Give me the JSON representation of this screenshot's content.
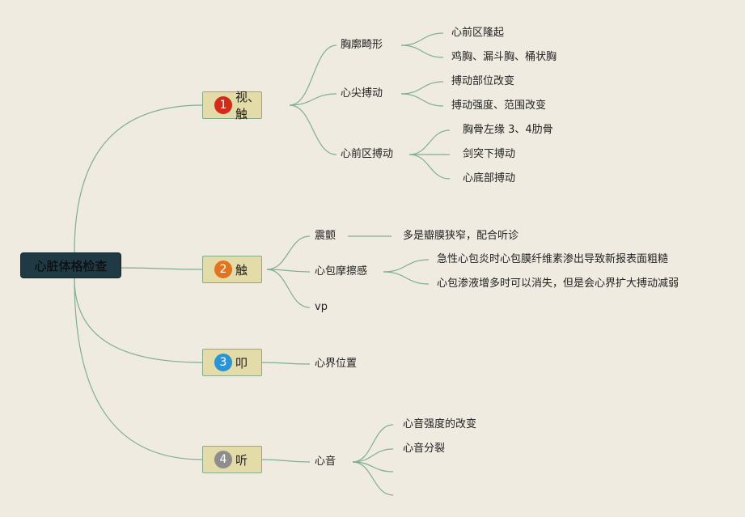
{
  "root": {
    "label": "心脏体格检查"
  },
  "branches": [
    {
      "num": "1",
      "label": "视、触",
      "color": "#d42a1a",
      "children": [
        {
          "label": "胸廓畸形",
          "children": [
            "心前区隆起",
            "鸡胸、漏斗胸、桶状胸"
          ]
        },
        {
          "label": "心尖搏动",
          "children": [
            "搏动部位改变",
            "搏动强度、范围改变"
          ]
        },
        {
          "label": "心前区搏动",
          "children": [
            "胸骨左缘 3、4肋骨",
            "剑突下搏动",
            "心底部搏动"
          ]
        }
      ]
    },
    {
      "num": "2",
      "label": "触",
      "color": "#e2731f",
      "children": [
        {
          "label": "震颤",
          "children": [
            "多是瓣膜狭窄，配合听诊"
          ]
        },
        {
          "label": "心包摩擦感",
          "children": [
            "急性心包炎时心包膜纤维素渗出导致新报表面粗糙",
            "心包渗液增多时可以消失，但是会心界扩大搏动减弱"
          ]
        },
        {
          "label": "vp",
          "children": []
        }
      ]
    },
    {
      "num": "3",
      "label": "叩",
      "color": "#2a95d6",
      "children": [
        {
          "label": "心界位置",
          "children": []
        }
      ]
    },
    {
      "num": "4",
      "label": "听",
      "color": "#8d8d8d",
      "children": [
        {
          "label": "心音",
          "children": [
            "心音强度的改变",
            "心音分裂",
            "",
            ""
          ]
        }
      ]
    }
  ]
}
